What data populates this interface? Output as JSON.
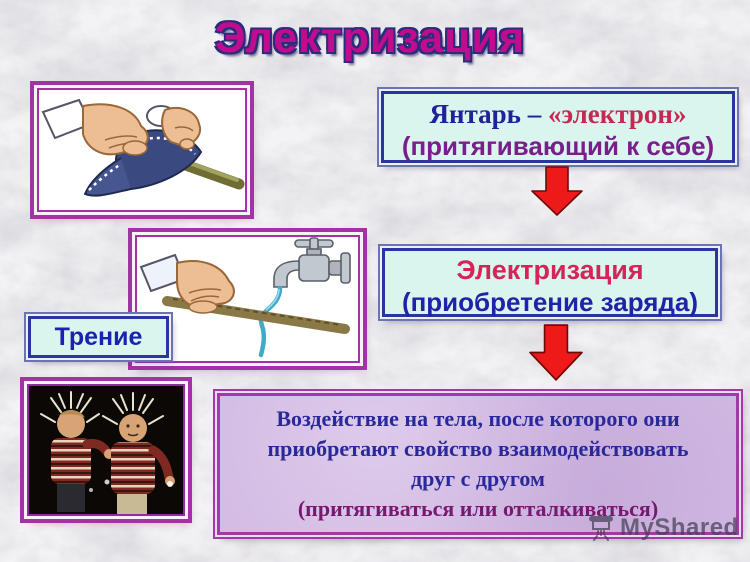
{
  "slide": {
    "title": "Электризация",
    "watermark_text": "MyShared"
  },
  "boxes": {
    "amber": {
      "line1_label": "Янтарь – ",
      "line1_term": "«электрон»",
      "line2": "(притягивающий к себе)"
    },
    "electrization": {
      "line1": "Электризация",
      "line2": "(приобретение заряда)"
    },
    "friction": {
      "label": "Трение"
    },
    "definition": {
      "line1": "Воздействие на тела, после которого они",
      "line2": "приобретают свойство взаимодействовать",
      "line3": "друг с другом",
      "line4": "(притягиваться или отталкиваться)"
    }
  },
  "images": {
    "rubbing_caption": "rod rubbed with cloth illustration",
    "faucet_caption": "charged rod bending a water stream illustration",
    "boys_caption": "two boys with static-charged hair photo"
  },
  "colors": {
    "title_fill": "#C00D8E",
    "title_outline": "#2C2B7C",
    "cyan_box_fill": "#D9F5EE",
    "navy_border": "#2B35A0",
    "lavender_fill": "#D2B9E3",
    "purple_border": "#A23AA6",
    "arrow_red": "#EE1A1A",
    "navy_text": "#21219C",
    "crimson_text": "#D42458",
    "purple_text": "#7B1E8C"
  }
}
